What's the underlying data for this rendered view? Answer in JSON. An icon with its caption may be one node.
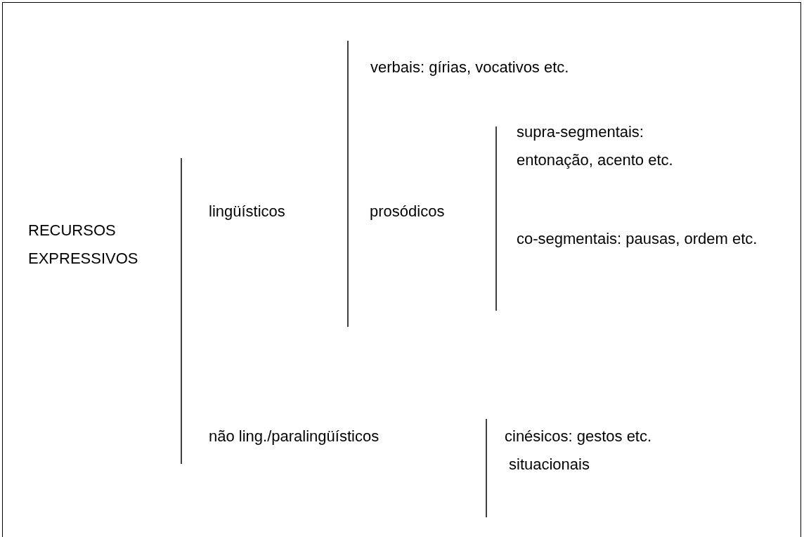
{
  "diagram": {
    "labels": [
      "verbais: gírias, vocativos etc.",
      "supra-segmentais: entonação, acento etc.",
      "lingüísticos",
      "prosódicos",
      "co-segmentais: pausas, ordem etc.",
      "RECURSOS EXPRESSIVOS",
      "não ling./paralingüísticos",
      "cinésicos: gestos etc.",
      "situacionais"
    ]
  }
}
